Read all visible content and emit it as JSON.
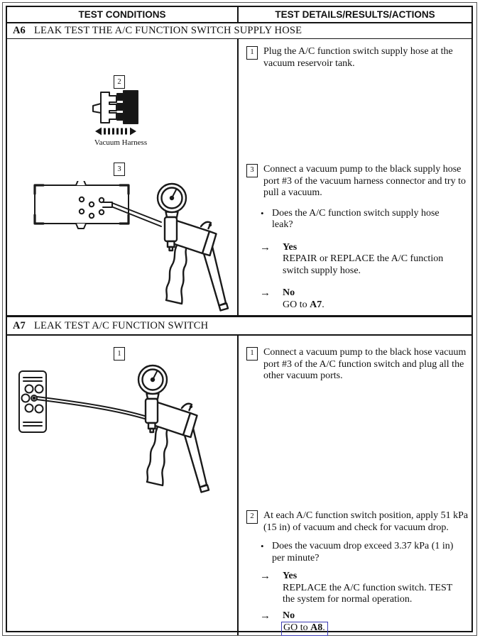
{
  "table": {
    "header": {
      "left": "TEST CONDITIONS",
      "right": "TEST DETAILS/RESULTS/ACTIONS"
    }
  },
  "colors": {
    "ink": "#141414",
    "paper": "#ffffff",
    "highlight_box": "#3b3bb3"
  },
  "a6": {
    "label": "A6",
    "title": "LEAK TEST THE A/C FUNCTION SWITCH SUPPLY HOSE",
    "fig2": {
      "num": "2",
      "caption": "Vacuum Harness"
    },
    "fig3": {
      "num": "3"
    },
    "step1": {
      "num": "1",
      "text": "Plug the A/C function switch supply hose at the vacuum reservoir tank."
    },
    "step3": {
      "num": "3",
      "text": "Connect a vacuum pump to the black supply hose port #3 of the vacuum harness connector and try to pull a vacuum.",
      "bullet": "•",
      "question": "Does the A/C function switch supply hose leak?",
      "yes": {
        "arrow": "→",
        "label": "Yes",
        "action": "REPAIR or REPLACE the A/C function switch supply hose."
      },
      "no": {
        "arrow": "→",
        "label": "No",
        "prefix": "GO to ",
        "target": "A7",
        "suffix": "."
      }
    }
  },
  "a7": {
    "label": "A7",
    "title": "LEAK TEST A/C FUNCTION SWITCH",
    "fig1": {
      "num": "1"
    },
    "step1": {
      "num": "1",
      "text": "Connect a vacuum pump to the black hose vacuum port #3 of the A/C function switch and plug all the other vacuum ports."
    },
    "step2": {
      "num": "2",
      "text": "At each A/C function switch position, apply 51 kPa (15 in) of vacuum and check for vacuum drop.",
      "bullet": "•",
      "question": "Does the vacuum drop exceed 3.37 kPa (1 in) per minute?",
      "yes": {
        "arrow": "→",
        "label": "Yes",
        "action": "REPLACE the A/C function switch. TEST the system for normal operation."
      },
      "no": {
        "arrow": "→",
        "label": "No",
        "prefix": "GO to ",
        "target": "A8",
        "suffix": "."
      }
    }
  }
}
